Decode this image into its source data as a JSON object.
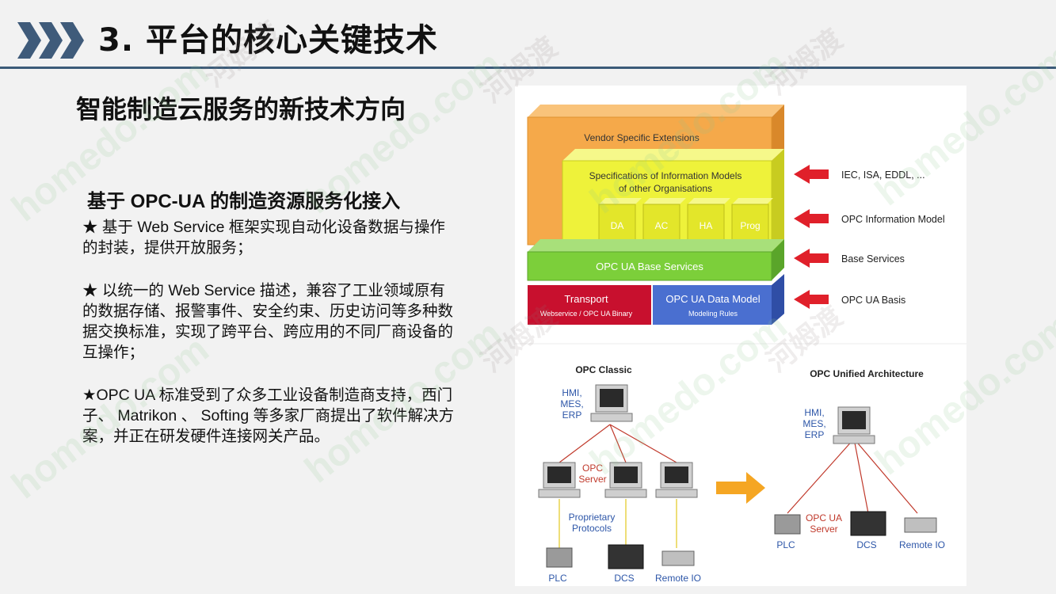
{
  "header": {
    "title": "3. 平台的核心关键技术"
  },
  "subtitle": "智能制造云服务的新技术方向",
  "section": {
    "heading": "基于 OPC-UA 的制造资源服务化接入",
    "paragraphs": [
      "★ 基于 Web Service 框架实现自动化设备数据与操作的封装，提供开放服务；",
      "★ 以统一的 Web Service  描述，兼容了工业领域原有的数据存储、报警事件、安全约束、历史访问等多种数据交换标准，实现了跨平台、跨应用的不同厂商设备的互操作；",
      "★OPC UA 标准受到了众多工业设备制造商支持，西门子、 Matrikon 、 Softing 等多家厂商提出了软件解决方案，并正在研发硬件连接网关产品。"
    ]
  },
  "stack_diagram": {
    "layers": {
      "vendor": "Vendor Specific Extensions",
      "specs_line1": "Specifications of Information Models",
      "specs_line2": "of other Organisations",
      "da": "DA",
      "ac": "AC",
      "ha": "HA",
      "prog": "Prog",
      "base": "OPC UA Base Services",
      "transport": "Transport",
      "transport_sub": "Webservice / OPC UA Binary",
      "datamodel": "OPC UA Data Model",
      "datamodel_sub": "Modeling Rules"
    },
    "arrow_labels": [
      "IEC, ISA, EDDL, ...",
      "OPC Information Model",
      "Base Services",
      "OPC UA Basis"
    ],
    "colors": {
      "vendor": "#f5a94a",
      "specs": "#eef23a",
      "base": "#7ccf3a",
      "transport": "#c8102e",
      "datamodel": "#4a6fd0",
      "arrow": "#e0202a"
    }
  },
  "arch_diagram": {
    "classic": {
      "title": "OPC Classic",
      "hmi": [
        "HMI,",
        "MES,",
        "ERP"
      ],
      "server": [
        "OPC",
        "Server"
      ],
      "protocols": [
        "Proprietary",
        "Protocols"
      ],
      "devices": [
        "PLC",
        "DCS",
        "Remote IO"
      ]
    },
    "unified": {
      "title": "OPC Unified Architecture",
      "hmi": [
        "HMI,",
        "MES,",
        "ERP"
      ],
      "server": [
        "OPC UA",
        "Server"
      ],
      "devices": [
        "PLC",
        "DCS",
        "Remote IO"
      ]
    },
    "colors": {
      "arrow": "#f5a623",
      "text_blue": "#2d56a8",
      "line": "#c0392b"
    }
  },
  "watermark": [
    "homedo.com",
    "河姆渡"
  ]
}
